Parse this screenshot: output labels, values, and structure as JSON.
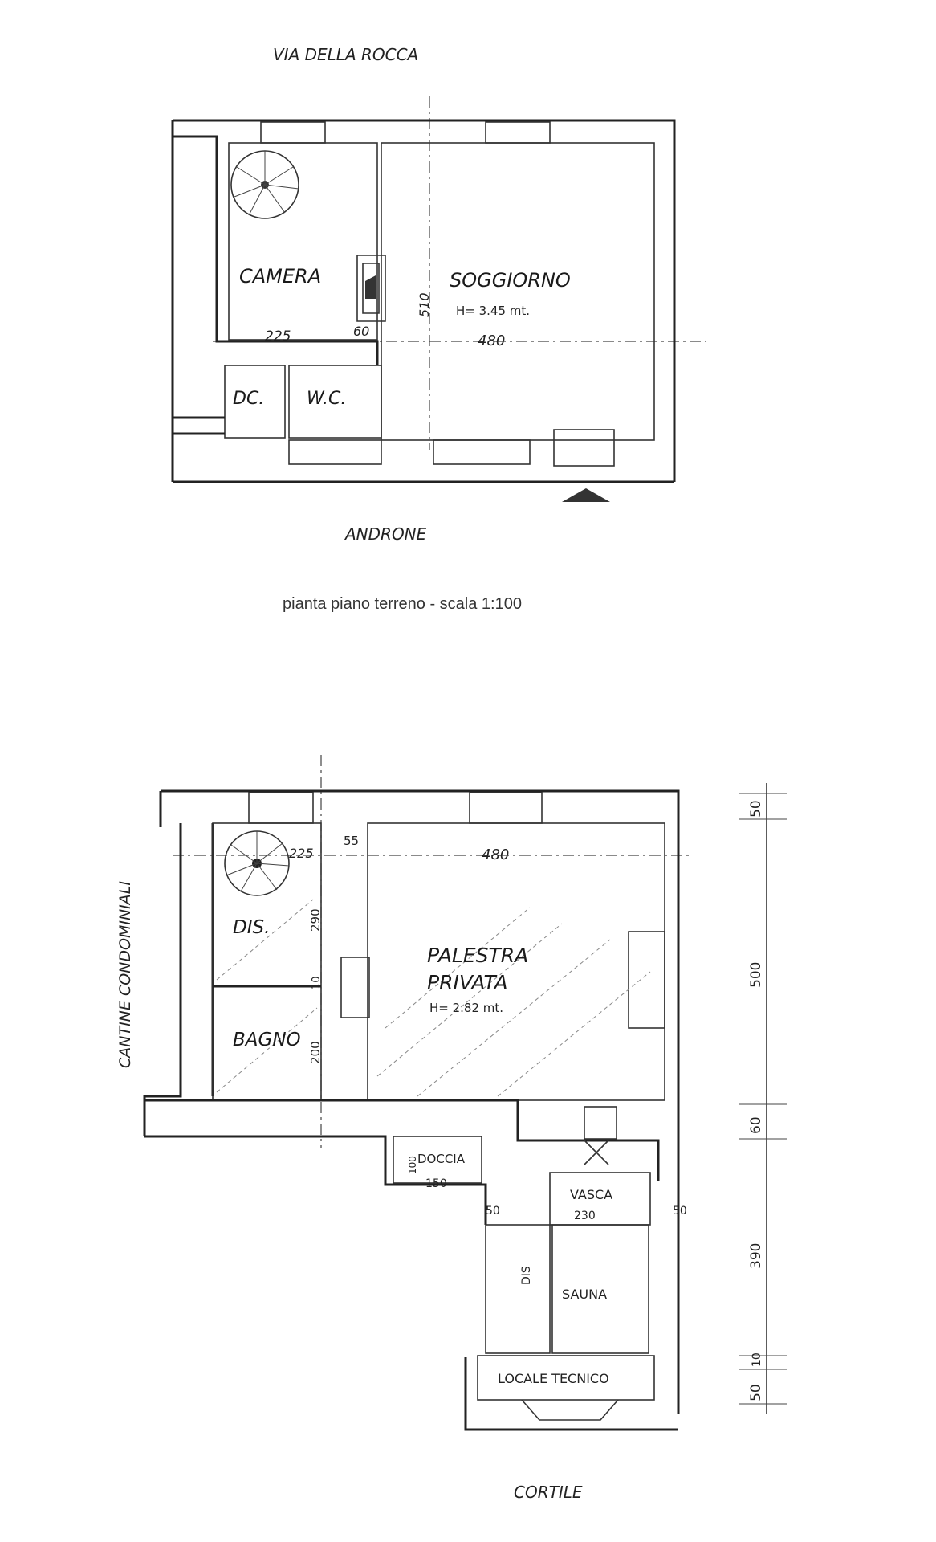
{
  "labels": {
    "street": "VIA DELLA ROCCA",
    "androne": "ANDRONE",
    "caption": "pianta piano terreno - scala 1:100",
    "cantine": "CANTINE CONDOMINIALI",
    "cortile": "CORTILE"
  },
  "ground_floor": {
    "camera": "CAMERA",
    "soggiorno": "SOGGIORNO",
    "height": "H= 3.45 mt.",
    "dc": "DC.",
    "wc": "W.C.",
    "dim_225": "225",
    "dim_60": "60",
    "dim_480": "480",
    "dim_510": "510"
  },
  "basement": {
    "dis": "DIS.",
    "bagno": "BAGNO",
    "palestra": "PALESTRA",
    "privata": "PRIVATA",
    "height": "H= 2.82 mt.",
    "doccia": "DOCCIA",
    "vasca": "VASCA",
    "dis2": "DIS",
    "sauna": "SAUNA",
    "locale_tecnico": "LOCALE TECNICO",
    "dim_225": "225",
    "dim_55": "55",
    "dim_480": "480",
    "dim_290": "290",
    "dim_10a": "10",
    "dim_200": "200",
    "dim_100": "100",
    "dim_150": "150",
    "dim_50a": "50",
    "dim_230": "230",
    "dim_50b": "50"
  },
  "side_dimensions": [
    "50",
    "500",
    "60",
    "390",
    "10",
    "50"
  ]
}
